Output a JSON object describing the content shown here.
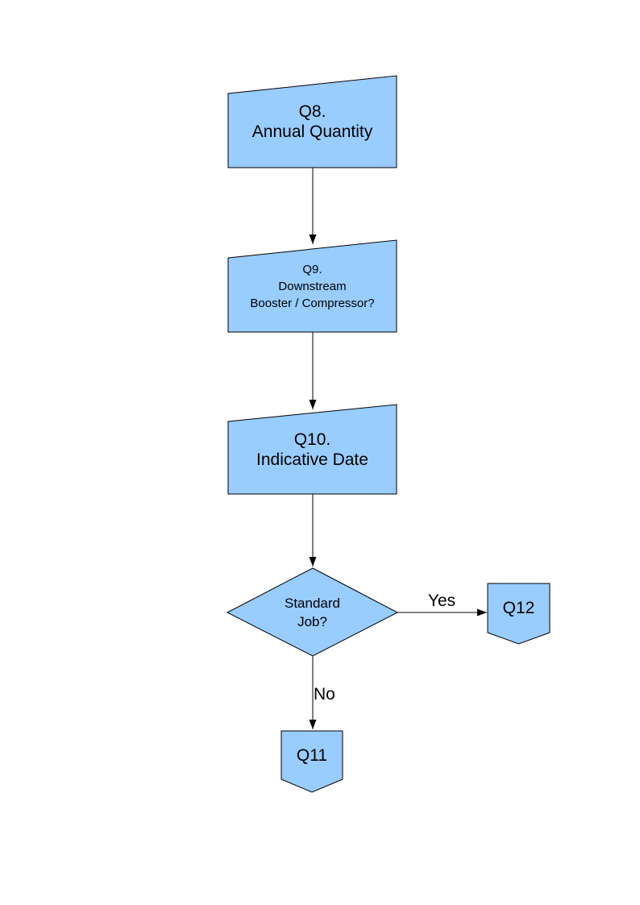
{
  "colors": {
    "node_fill": "#99CCFF",
    "node_border": "#000000",
    "arrow": "#000000",
    "background": "#FFFFFF"
  },
  "nodes": {
    "q8": {
      "label": "Q8.\nAnnual Quantity",
      "type": "manual-input"
    },
    "q9": {
      "label": "Q9.\nDownstream\nBooster / Compressor?",
      "type": "manual-input"
    },
    "q10": {
      "label": "Q10.\nIndicative Date",
      "type": "manual-input"
    },
    "decision": {
      "label": "Standard\nJob?",
      "type": "decision"
    },
    "q12": {
      "label": "Q12",
      "type": "off-page-connector"
    },
    "q11": {
      "label": "Q11",
      "type": "off-page-connector"
    }
  },
  "edge_labels": {
    "yes": "Yes",
    "no": "No"
  }
}
